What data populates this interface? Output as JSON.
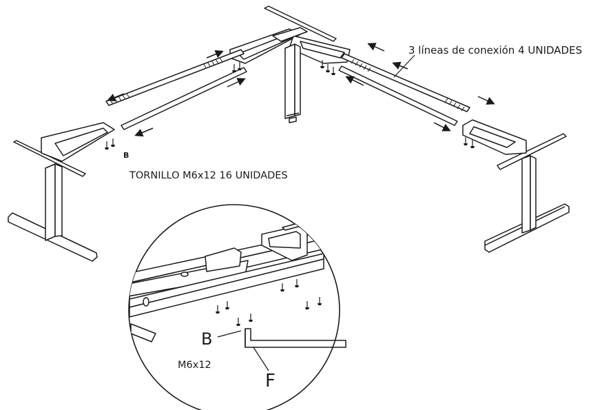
{
  "labels": {
    "connection_lines": "3 líneas de conexión 4 UNIDADES",
    "screw_spec": "TORNILLO M6x12 16 UNIDADES",
    "screw_callout": "B",
    "zoom_screw_letter": "B",
    "zoom_screw_size": "M6x12",
    "zoom_tool_letter": "F"
  },
  "icons": {
    "arrow": "arrow-icon",
    "screw": "screw-icon",
    "allen_key": "allen-key-icon"
  },
  "colors": {
    "line": "#1a1a1a",
    "fill": "#ffffff"
  }
}
